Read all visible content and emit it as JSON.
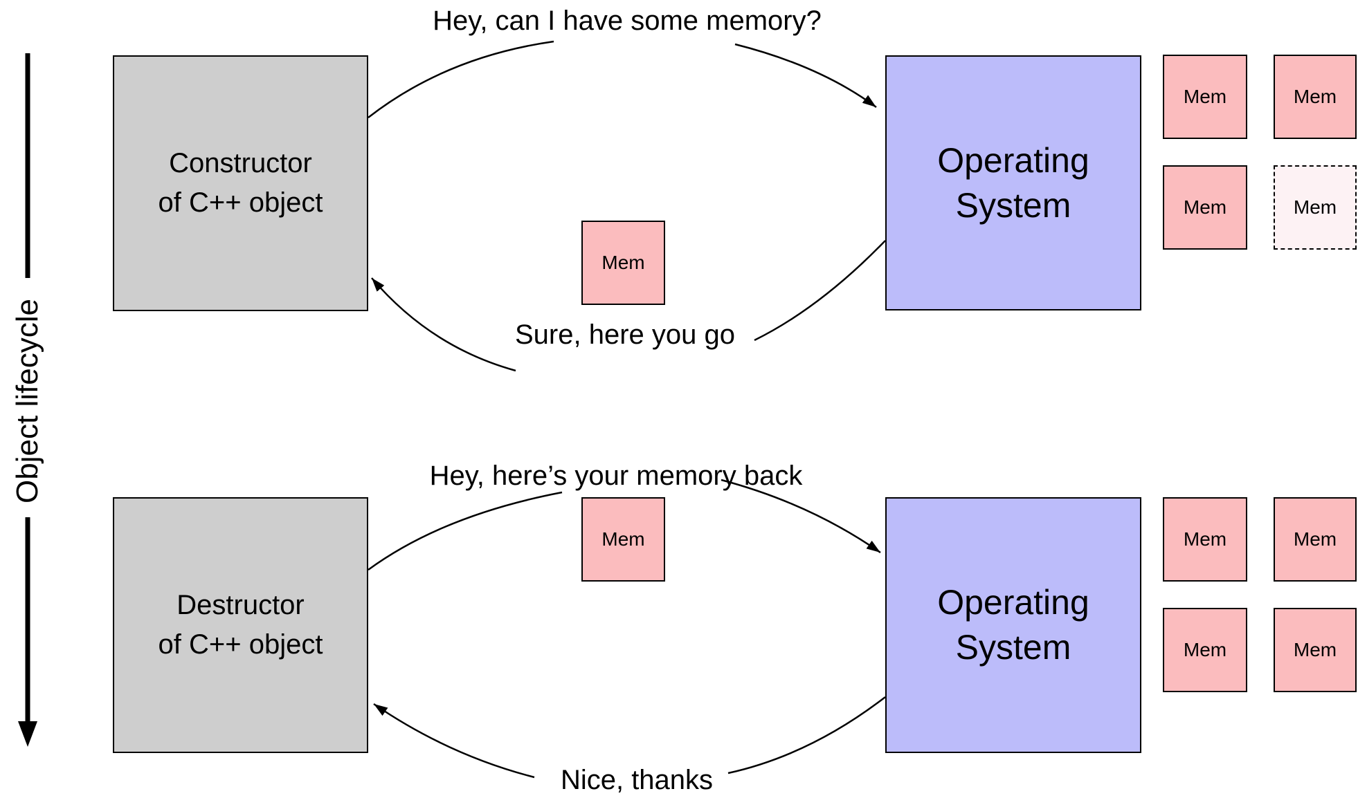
{
  "axis": {
    "label": "Object lifecycle"
  },
  "colors": {
    "actor-fill": "#cecece",
    "os-fill": "#bcbcfa",
    "mem-fill": "#fbbcbe",
    "mem-free-fill": "#fdf2f4",
    "line": "#000000"
  },
  "construction": {
    "actor": {
      "line1": "Constructor",
      "line2": "of C++ object"
    },
    "os": {
      "line1": "Operating",
      "line2": "System"
    },
    "request_label": "Hey, can I have some memory?",
    "response_label": "Sure, here you go",
    "transfer_mem": {
      "label": "Mem"
    },
    "pool": [
      {
        "label": "Mem",
        "state": "allocated"
      },
      {
        "label": "Mem",
        "state": "allocated"
      },
      {
        "label": "Mem",
        "state": "allocated"
      },
      {
        "label": "Mem",
        "state": "free"
      }
    ]
  },
  "destruction": {
    "actor": {
      "line1": "Destructor",
      "line2": "of C++ object"
    },
    "os": {
      "line1": "Operating",
      "line2": "System"
    },
    "request_label": "Hey, here’s your memory back",
    "response_label": "Nice, thanks",
    "transfer_mem": {
      "label": "Mem"
    },
    "pool": [
      {
        "label": "Mem",
        "state": "allocated"
      },
      {
        "label": "Mem",
        "state": "allocated"
      },
      {
        "label": "Mem",
        "state": "allocated"
      },
      {
        "label": "Mem",
        "state": "allocated"
      }
    ]
  }
}
